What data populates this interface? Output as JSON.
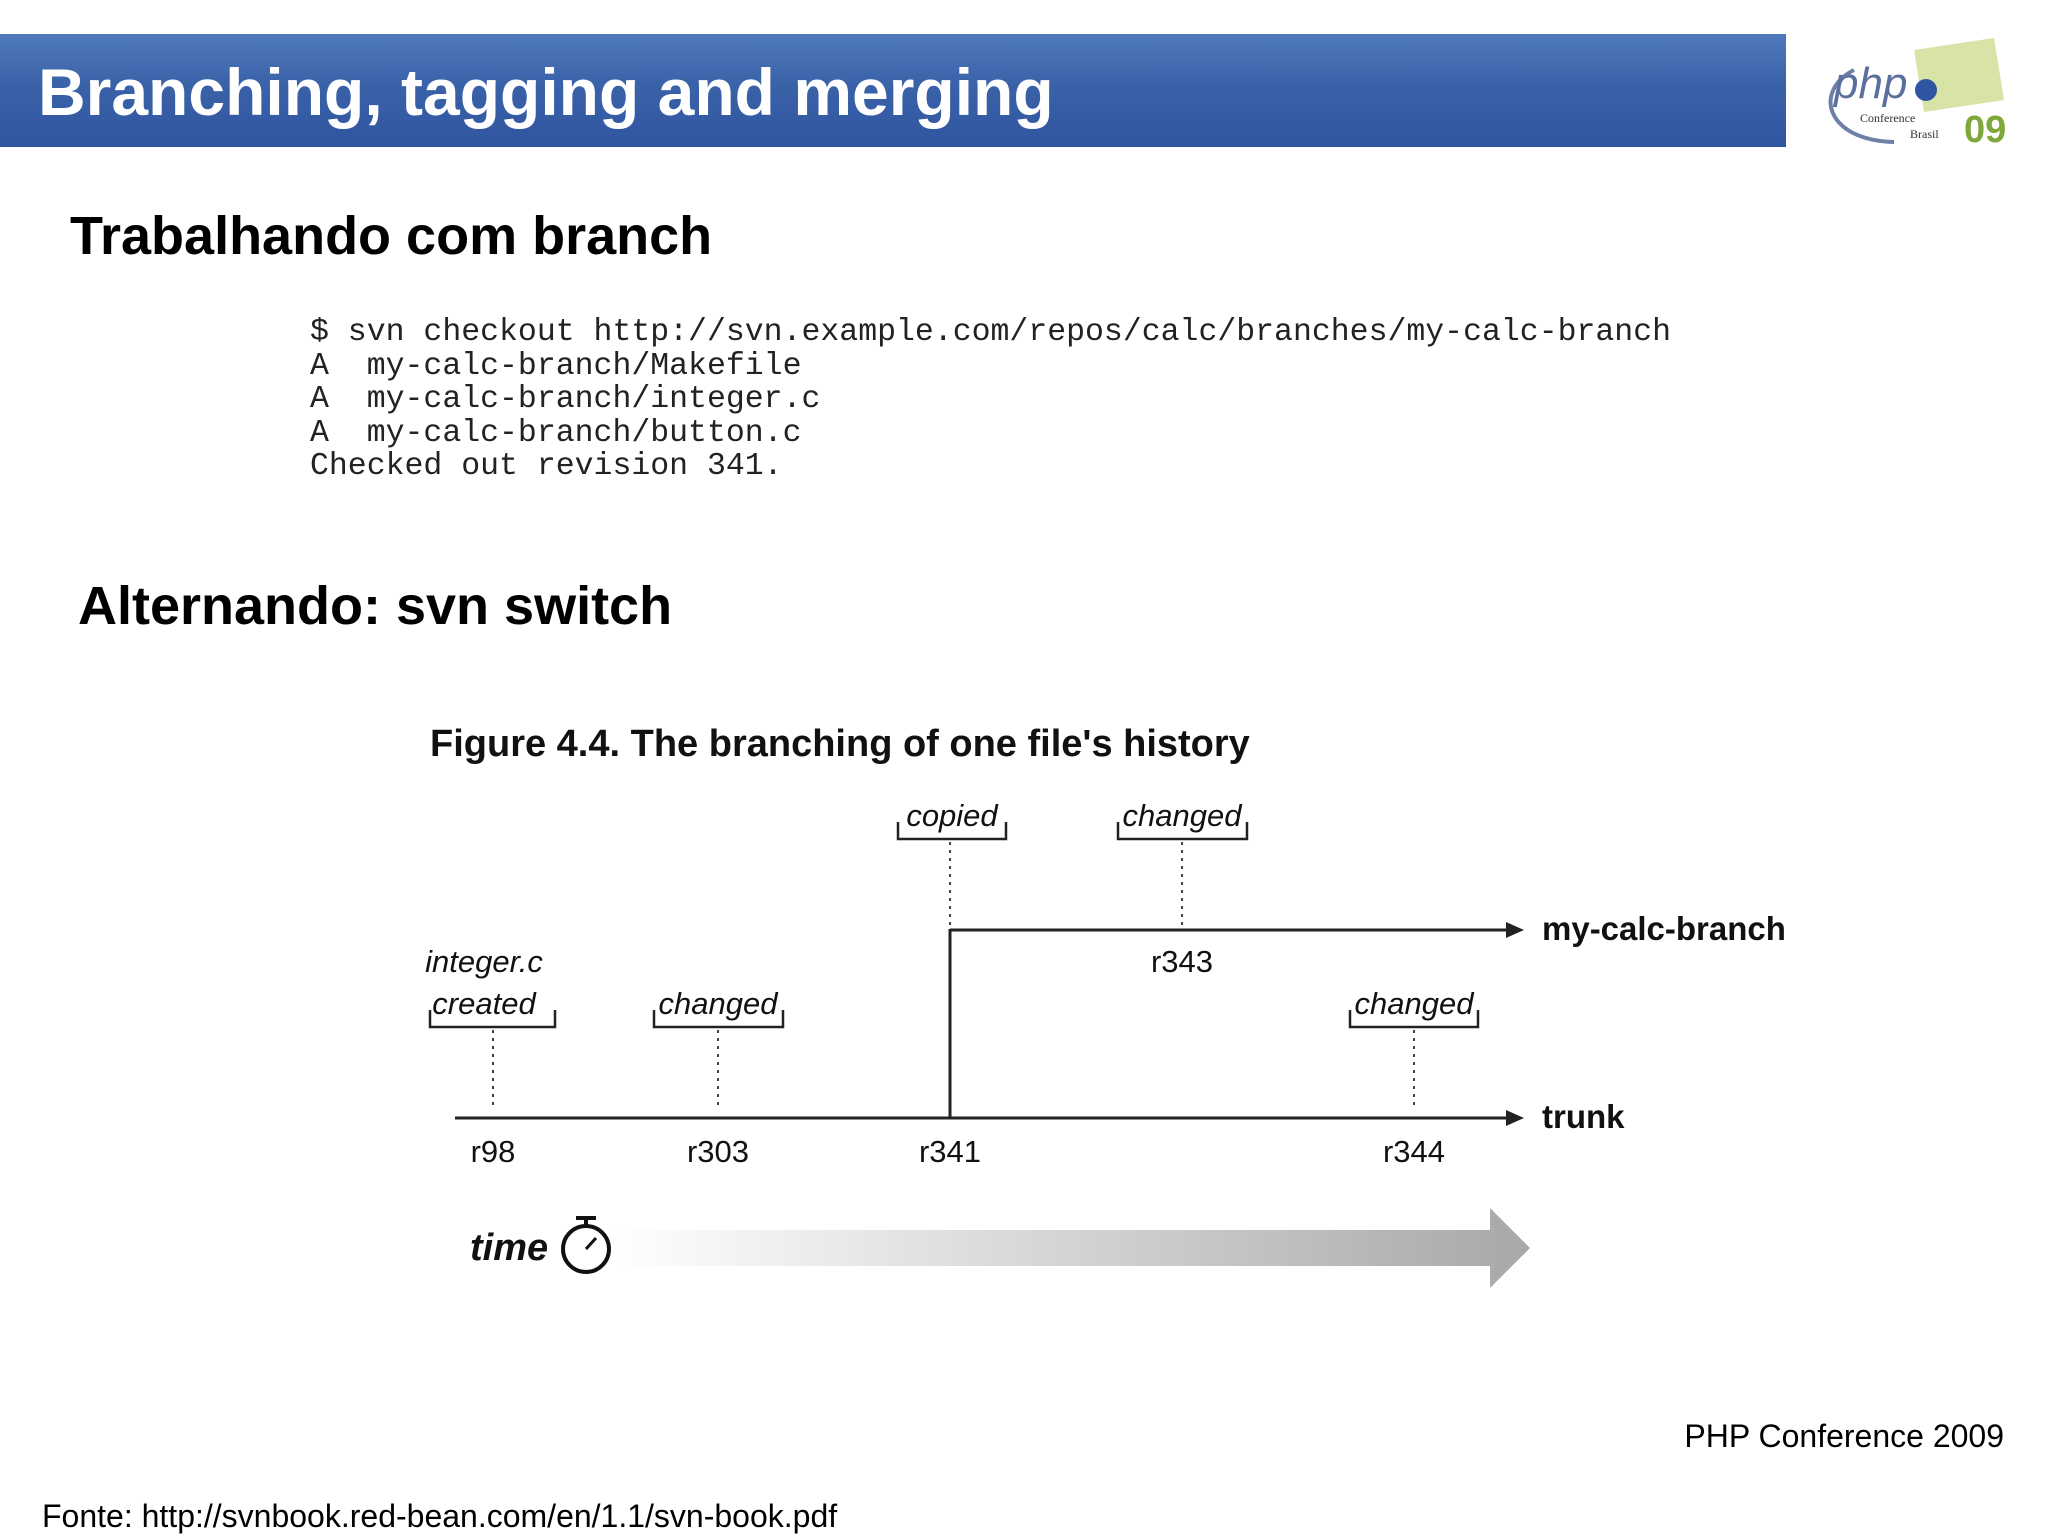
{
  "header": {
    "title": "Branching, tagging and merging"
  },
  "logo": {
    "text": "php",
    "subtext_line1": "Conference",
    "subtext_line2": "Brasil",
    "year": "09"
  },
  "sections": {
    "branch_heading": "Trabalhando com branch",
    "switch_heading": "Alternando: svn switch"
  },
  "code_block": {
    "lines": [
      "$ svn checkout http://svn.example.com/repos/calc/branches/my-calc-branch",
      "A  my-calc-branch/Makefile",
      "A  my-calc-branch/integer.c",
      "A  my-calc-branch/button.c",
      "Checked out revision 341."
    ]
  },
  "figure": {
    "title": "Figure 4.4. The branching of one file's history",
    "lines": {
      "branch": "my-calc-branch",
      "trunk": "trunk"
    },
    "events": [
      {
        "label_line1": "integer.c",
        "label_line2": "created",
        "revision": "r98",
        "line": "trunk"
      },
      {
        "label_line1": "",
        "label_line2": "changed",
        "revision": "r303",
        "line": "trunk"
      },
      {
        "label_line1": "",
        "label_line2": "copied",
        "revision": "r341",
        "line": "trunk"
      },
      {
        "label_line1": "",
        "label_line2": "changed",
        "revision": "r343",
        "line": "branch"
      },
      {
        "label_line1": "",
        "label_line2": "changed",
        "revision": "r344",
        "line": "trunk"
      }
    ],
    "time_label": "time",
    "colors": {
      "header_bar": "#3a62a8",
      "line": "#222222",
      "time_arrow": "#a8a8a8"
    }
  },
  "footer": {
    "conference": "PHP Conference 2009",
    "source": "Fonte: http://svnbook.red-bean.com/en/1.1/svn-book.pdf"
  }
}
